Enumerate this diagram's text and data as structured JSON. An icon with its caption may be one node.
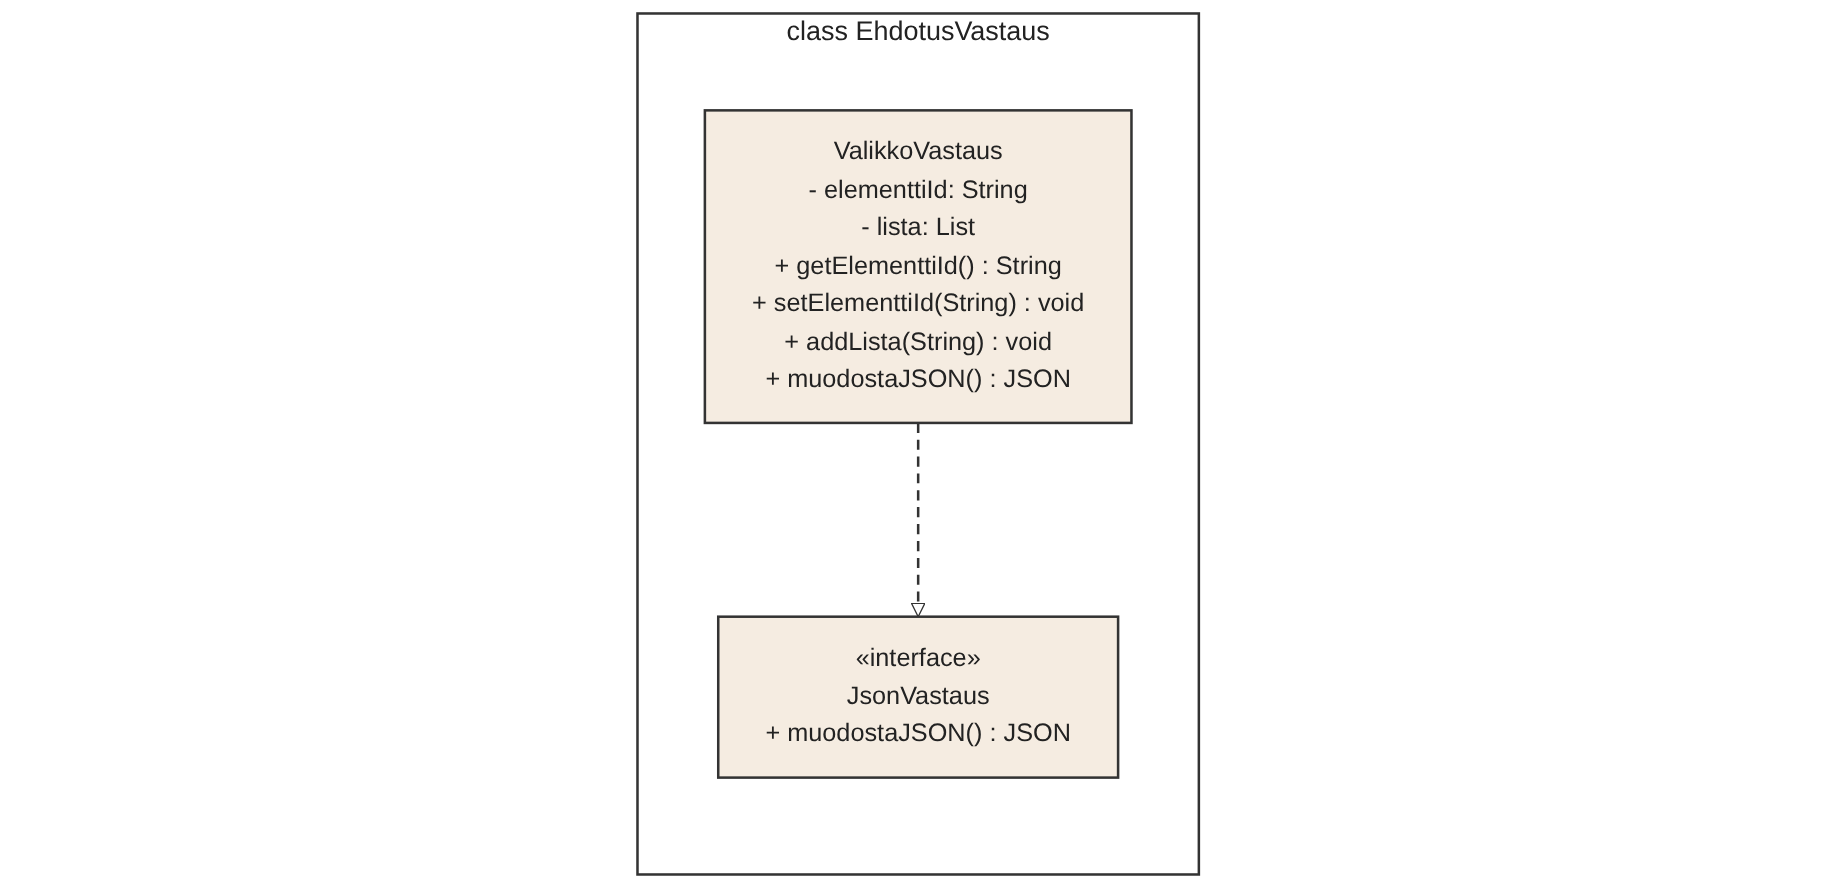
{
  "diagram": {
    "nodes": [
      {
        "text": [
          "class EhdotusVastaus"
        ]
      },
      {
        "text": [
          "«interface»",
          "JsonVastaus",
          "+ muodostaJSON() : JSON"
        ],
        "in": 0
      },
      {
        "text": [
          "ValikkoVastaus",
          "- elementtiId: String",
          "- lista: List",
          "+ getElementtiId() : String",
          "+ setElementtiId(String) : void",
          "+ addLista(String) : void",
          "+ muodostaJSON() : JSON"
        ],
        "in": 0
      }
    ],
    "edges": [
      {
        "from": 2,
        "to": 1,
        "arrow": "to",
        "style": "dashed"
      }
    ]
  }
}
